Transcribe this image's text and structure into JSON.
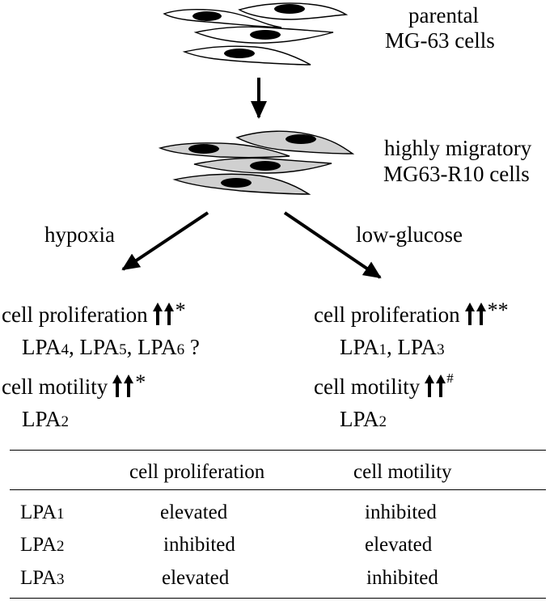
{
  "top": {
    "parental_line1": "parental",
    "parental_line2": "MG-63 cells",
    "migratory_line1": "highly migratory",
    "migratory_line2": "MG63-R10 cells"
  },
  "conditions": {
    "left": "hypoxia",
    "right": "low-glucose"
  },
  "left_results": {
    "prolif_label": "cell proliferation",
    "prolif_mark": "*",
    "receptors_prefix": "LPA",
    "receptors": [
      {
        "base": "LPA",
        "num": "4",
        "sep": ", "
      },
      {
        "base": "LPA",
        "num": "5",
        "sep": ", "
      },
      {
        "base": "LPA",
        "num": "6",
        "sep": " ?"
      }
    ],
    "motility_label": "cell motility",
    "motility_mark": "*",
    "motility_receptor_base": "LPA",
    "motility_receptor_num": "2"
  },
  "right_results": {
    "prolif_label": "cell proliferation",
    "prolif_mark": "**",
    "receptors": [
      {
        "base": "LPA",
        "num": "1",
        "sep": ", "
      },
      {
        "base": "LPA",
        "num": "3",
        "sep": ""
      }
    ],
    "motility_label": "cell motility",
    "motility_mark": "#",
    "motility_receptor_base": "LPA",
    "motility_receptor_num": "2"
  },
  "table": {
    "headers": [
      "",
      "cell proliferation",
      "cell motility"
    ],
    "rows": [
      {
        "base": "LPA",
        "num": "1",
        "prolif": "elevated",
        "motility": "inhibited"
      },
      {
        "base": "LPA",
        "num": "2",
        "prolif": "inhibited",
        "motility": "elevated"
      },
      {
        "base": "LPA",
        "num": "3",
        "prolif": "elevated",
        "motility": "inhibited"
      }
    ]
  },
  "colors": {
    "parental_cell_fill": "#ffffff",
    "migratory_cell_fill": "#d0d0d0",
    "nucleus": "#000000"
  }
}
